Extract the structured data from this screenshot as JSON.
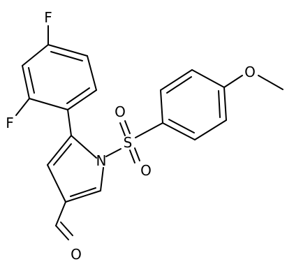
{
  "molecule": {
    "atoms": {
      "F1": "F",
      "F2": "F",
      "O_methoxy": "O",
      "S": "S",
      "O_s1": "O",
      "O_s2": "O",
      "N": "N",
      "O_ald": "O"
    }
  }
}
